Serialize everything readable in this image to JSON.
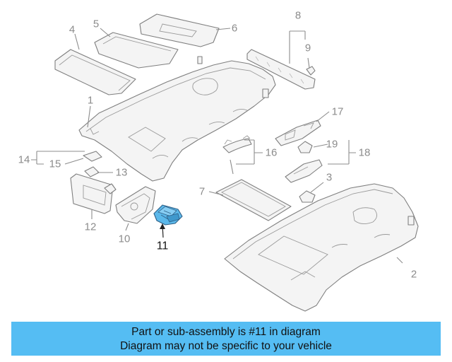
{
  "diagram": {
    "callouts": [
      {
        "label": "1"
      },
      {
        "label": "2"
      },
      {
        "label": "3"
      },
      {
        "label": "4"
      },
      {
        "label": "5"
      },
      {
        "label": "6"
      },
      {
        "label": "7"
      },
      {
        "label": "8"
      },
      {
        "label": "9"
      },
      {
        "label": "10"
      },
      {
        "label": "11"
      },
      {
        "label": "12"
      },
      {
        "label": "13"
      },
      {
        "label": "14"
      },
      {
        "label": "15"
      },
      {
        "label": "16"
      },
      {
        "label": "17"
      },
      {
        "label": "18"
      },
      {
        "label": "19"
      }
    ],
    "highlighted_part": "11",
    "highlight_color": "#5bb8ea",
    "line_color": "#8c8c8c"
  },
  "banner": {
    "line1": "Part or sub-assembly is #11 in diagram",
    "line2": "Diagram may not be specific to your vehicle",
    "color": "#55bdf3"
  }
}
